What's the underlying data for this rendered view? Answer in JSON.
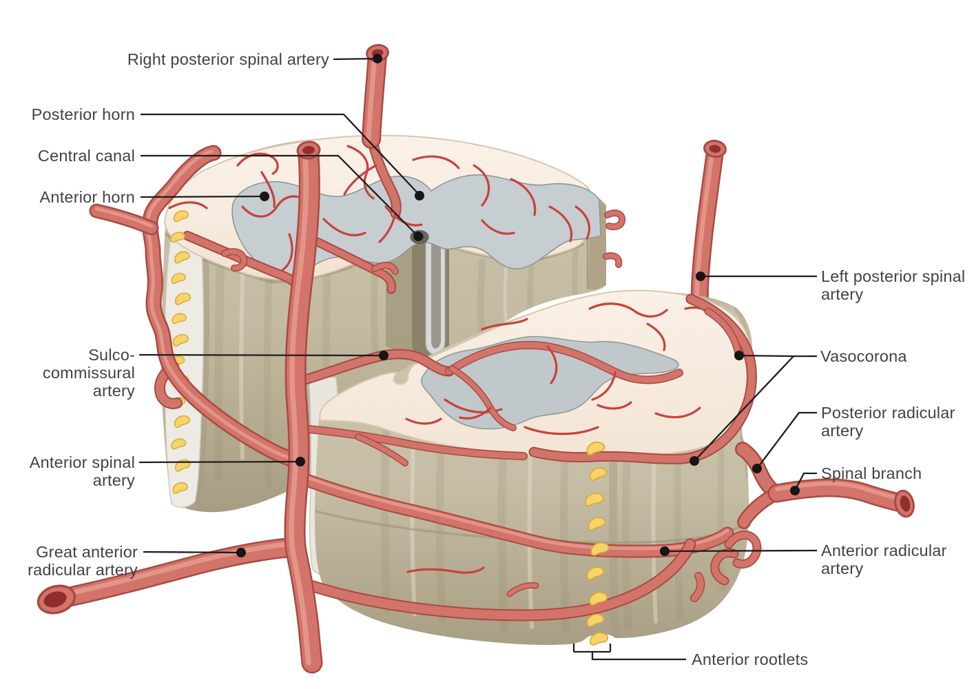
{
  "figure": {
    "kind": "anatomical-diagram"
  },
  "labels": {
    "left": [
      {
        "id": "right-posterior-spinal-artery",
        "text": "Right posterior spinal artery"
      },
      {
        "id": "posterior-horn",
        "text": "Posterior horn"
      },
      {
        "id": "central-canal",
        "text": "Central canal"
      },
      {
        "id": "anterior-horn",
        "text": "Anterior horn"
      },
      {
        "id": "sulco-commissural-artery",
        "text": "Sulco-\ncommissural\nartery"
      },
      {
        "id": "anterior-spinal-artery",
        "text": "Anterior spinal\nartery"
      },
      {
        "id": "great-anterior-radicular-artery",
        "text": "Great anterior\nradicular artery"
      }
    ],
    "right": [
      {
        "id": "left-posterior-spinal-artery",
        "text": "Left posterior spinal\nartery"
      },
      {
        "id": "vasocorona",
        "text": "Vasocorona"
      },
      {
        "id": "posterior-radicular-artery",
        "text": "Posterior radicular\nartery"
      },
      {
        "id": "spinal-branch",
        "text": "Spinal branch"
      },
      {
        "id": "anterior-radicular-artery",
        "text": "Anterior radicular\nartery"
      },
      {
        "id": "anterior-rootlets",
        "text": "Anterior rootlets"
      }
    ]
  },
  "colors": {
    "artery": "#d3746b",
    "artery_outline": "#a84a43",
    "artery_thin": "#c8423c",
    "artery_lumen": "#93302e",
    "gray_matter": "#c6ced1",
    "cut_face": "#f8eee2",
    "white_matter_wall": "#c6bfa6",
    "rootlets": "#f6d468",
    "leader_line": "#1d1d1d",
    "label_text": "#424242",
    "background": "#ffffff"
  }
}
